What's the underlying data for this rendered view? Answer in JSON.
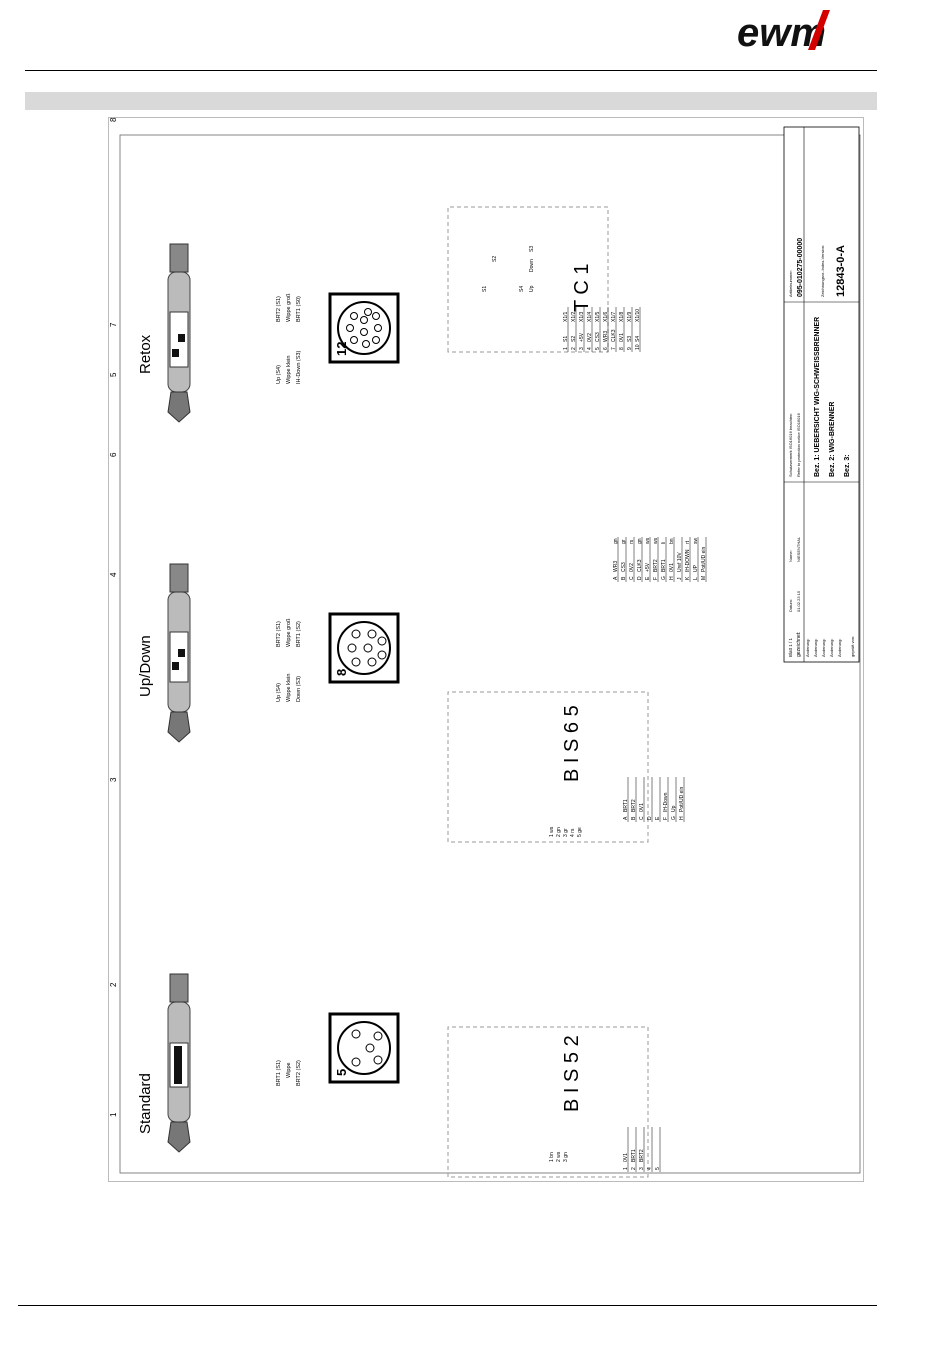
{
  "header": {
    "logo_text": "ewm"
  },
  "drawing": {
    "zone_numbers": [
      "1",
      "2",
      "3",
      "4",
      "5",
      "6",
      "7",
      "8"
    ],
    "torches": {
      "standard": {
        "title": "Standard",
        "labels": [
          "BRT1 (S1)",
          "Wippe",
          "BRT2 (S2)"
        ],
        "connector_pins": "5",
        "connector_name": "B I S 5 2"
      },
      "updown": {
        "title": "Up/Down",
        "labels_left": [
          "Up (S4)",
          "Wippe klein",
          "Down (S3)"
        ],
        "labels_right": [
          "BRT2 (S1)",
          "Wippe groß",
          "BRT1 (S2)"
        ],
        "connector_pins": "8",
        "connector_name": "B I S 6 5"
      },
      "retox": {
        "title": "Retox",
        "labels_left": [
          "Up (S4)",
          "Wippe klein",
          "IH-Down (S3)"
        ],
        "labels_right": [
          "BRT2 (S1)",
          "Wippe groß",
          "BRT1 (S0)"
        ],
        "connector_pins": "12",
        "connector_name": "T C 1"
      }
    },
    "standard_terminals": [
      {
        "n": "1",
        "s": "0V1"
      },
      {
        "n": "2",
        "s": "BRT1"
      },
      {
        "n": "3",
        "s": "BRT2"
      },
      {
        "n": "4",
        "s": ""
      },
      {
        "n": "5",
        "s": ""
      }
    ],
    "standard_wires": [
      "1 bn",
      "2 ws",
      "3 gn"
    ],
    "updown_terminals": [
      {
        "n": "A",
        "s": "BRT1"
      },
      {
        "n": "B",
        "s": "BRT2"
      },
      {
        "n": "C",
        "s": "0V1"
      },
      {
        "n": "D",
        "s": ""
      },
      {
        "n": "E",
        "s": ""
      },
      {
        "n": "F",
        "s": "IH-Down"
      },
      {
        "n": "G",
        "s": "Up"
      },
      {
        "n": "H",
        "s": "Poti/UD ein"
      }
    ],
    "updown_wires": [
      "1 ws",
      "2 gn",
      "3 gr",
      "4 rs",
      "5 ge"
    ],
    "retox_terminals": [
      {
        "n": "A",
        "s": "WR3",
        "c": "gn"
      },
      {
        "n": "B",
        "s": "CS3",
        "c": "gr"
      },
      {
        "n": "C",
        "s": "0V2",
        "c": "rs"
      },
      {
        "n": "D",
        "s": "CLK3",
        "c": "gn"
      },
      {
        "n": "E",
        "s": "+5V",
        "c": "ws"
      },
      {
        "n": "F",
        "s": "BRT2",
        "c": "ws"
      },
      {
        "n": "G",
        "s": "BRT1",
        "c": "li"
      },
      {
        "n": "H",
        "s": "0V1",
        "c": "bn"
      },
      {
        "n": "J",
        "s": "Uref 10V",
        "c": ""
      },
      {
        "n": "K",
        "s": "IH-DOWN",
        "c": "rt"
      },
      {
        "n": "L",
        "s": "UP",
        "c": "sw"
      },
      {
        "n": "M",
        "s": "Poti/UD ein",
        "c": ""
      }
    ],
    "tc1_pins": [
      {
        "n": "1",
        "s": "S1",
        "x": "X1/1"
      },
      {
        "n": "2",
        "s": "S2",
        "x": "X1/2"
      },
      {
        "n": "3",
        "s": "+5V",
        "x": "X1/3"
      },
      {
        "n": "4",
        "s": "0V2",
        "x": "X1/4"
      },
      {
        "n": "5",
        "s": "CS3",
        "x": "X1/5"
      },
      {
        "n": "6",
        "s": "WR3",
        "x": "X1/6"
      },
      {
        "n": "7",
        "s": "CLK3",
        "x": "X1/7"
      },
      {
        "n": "8",
        "s": "0V1",
        "x": "X1/8"
      },
      {
        "n": "9",
        "s": "S3",
        "x": "X1/9"
      },
      {
        "n": "10",
        "s": "S4",
        "x": "X1/10"
      }
    ],
    "tc1_switches": {
      "s1": "S1",
      "s2": "S2",
      "s3": "S3",
      "s4": "S4",
      "up": "Up",
      "down": "Down"
    },
    "title_block": {
      "sheet": "Blatt  1  /  1",
      "drawn_label": "gezeichnet:",
      "date_label": "Datum:",
      "date": "01.02.23 15",
      "name_label": "Name:",
      "name": "NIESENTHAL",
      "changes": [
        "Änderung:",
        "Änderung:",
        "Änderung:",
        "Änderung:",
        "Änderung:"
      ],
      "checked": "geprüft von:",
      "designation_1": "Bez. 1: UEBERSICHT WIG-SCHWEISSBRENNER",
      "designation_2": "Bez. 2: WIG-BRENNER",
      "designation_3": "Bez. 3:",
      "protection_note": "Schutzvermerk ISO16016 beachten",
      "protection_note_en": "Refer to protection notice ISO16016",
      "article_label": "Artikelnummer:",
      "article_no": "095-010275-00000",
      "drawing_label": "Zeichnungsnr.-Index-Version:",
      "drawing_no": "12843-0-A"
    }
  }
}
